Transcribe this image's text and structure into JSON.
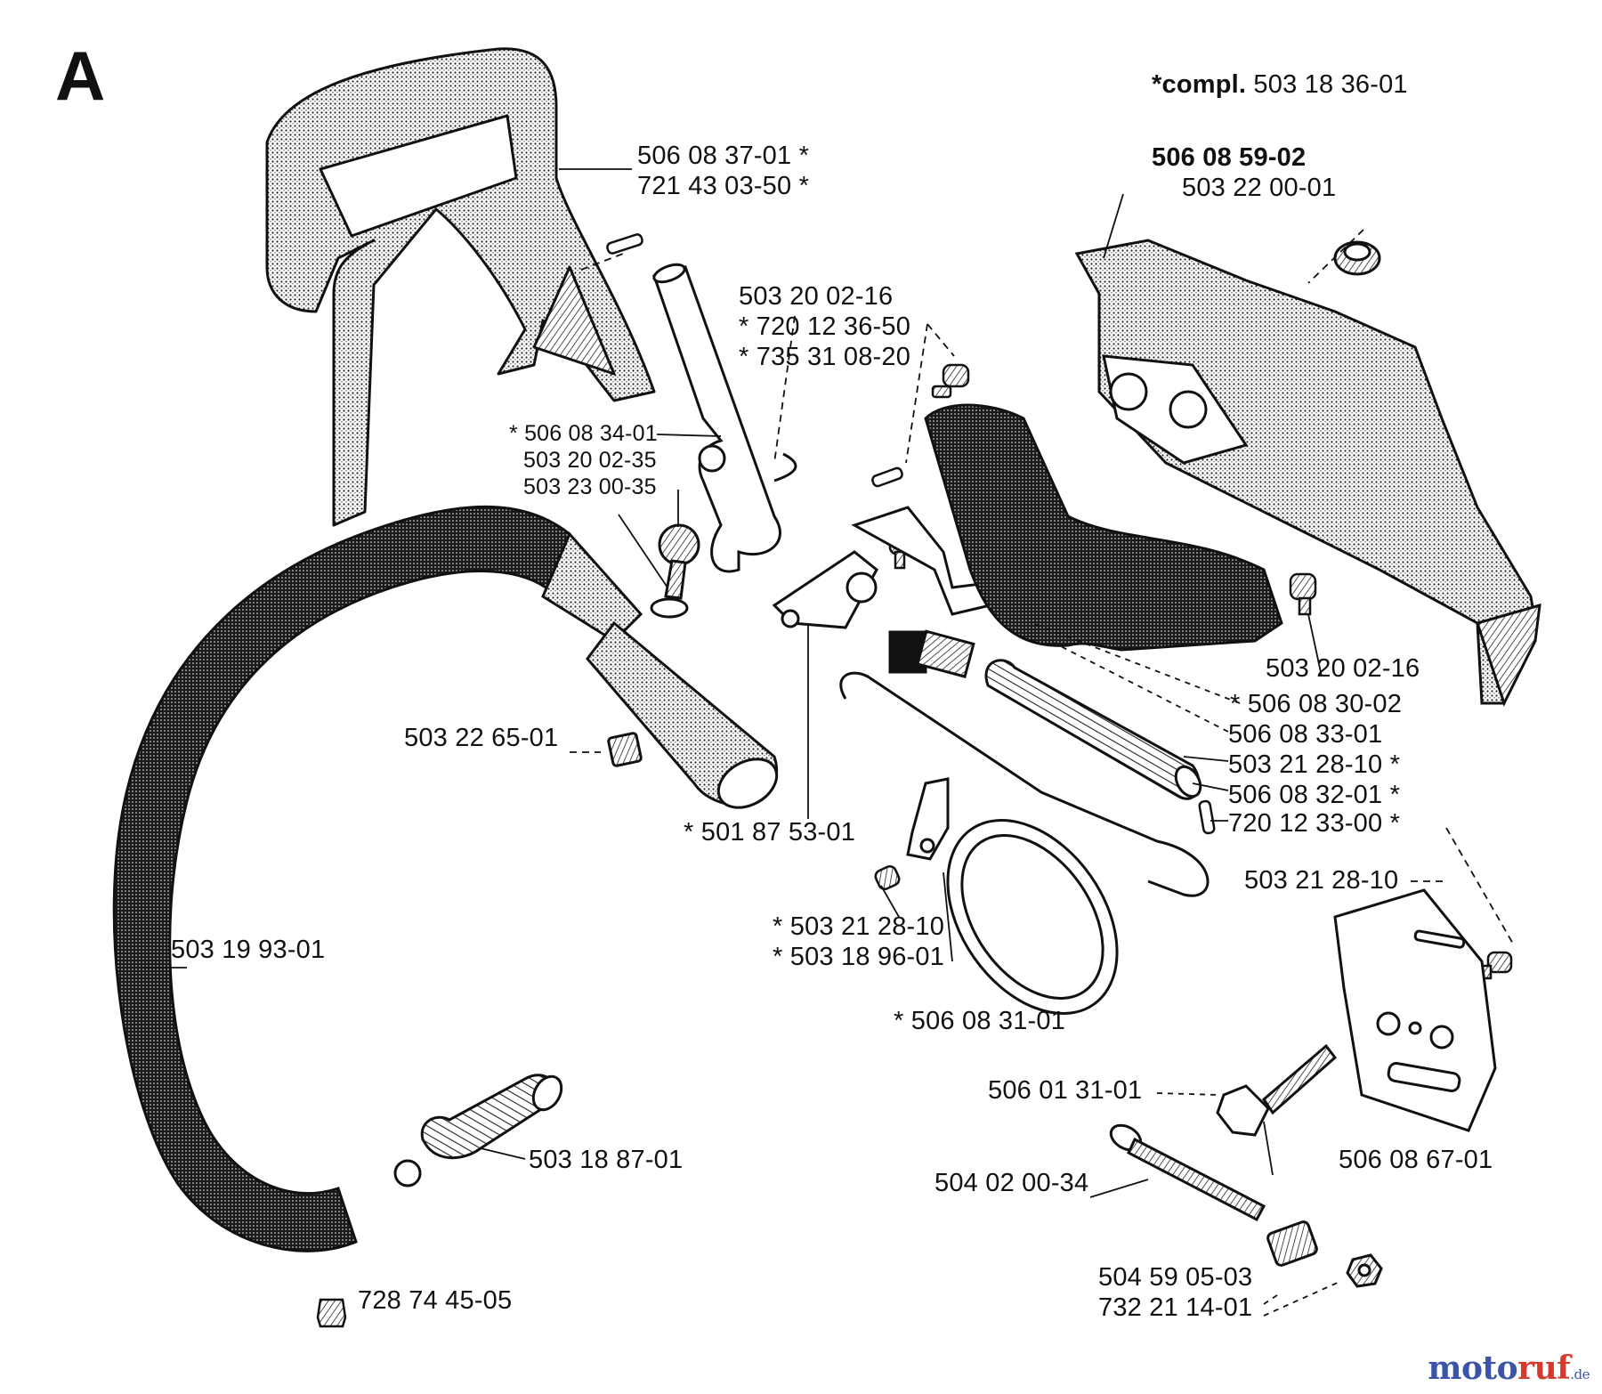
{
  "section_letter": "A",
  "header": {
    "compl_prefix": "*compl.",
    "compl_number": "503 18 36-01"
  },
  "labels": {
    "handle_top_1": "506 08 37-01 *",
    "handle_top_2": "721 43 03-50 *",
    "cover_main": "506 08 59-02",
    "cover_sub": "503 22 00-01",
    "screw_a1": "503 20 02-16",
    "screw_a2": "* 720 12 36-50",
    "screw_a3": "* 735 31 08-20",
    "lever": "* 506 08 34-01",
    "bolt_1": "503 20 02-35",
    "bolt_2": "503 23 00-35",
    "nut_sq": "503 22 65-01",
    "knuckle": "* 501 87 53-01",
    "screw_b": "503 20 02-16",
    "p_083002": "* 506 08 30-02",
    "p_083301": "506 08 33-01",
    "p_212810": "503 21 28-10 *",
    "p_083201": "506 08 32-01 *",
    "p_121233": "720 12 33-00 *",
    "screw_c": "503 21 28-10",
    "bracket_1": "* 503 21 28-10",
    "bracket_2": "* 503 18 96-01",
    "band": "* 506 08 31-01",
    "front_handle": "503 19 93-01",
    "bolt_long": "506 01 31-01",
    "plate": "506 08 67-01",
    "tension_screw": "504 02 00-34",
    "av_spring": "503 18 87-01",
    "tension_nut_1": "504 59 05-03",
    "tension_nut_2": "732 21 14-01",
    "plug": "728 74 45-05"
  },
  "watermark": {
    "part1": "moto",
    "part2": "ruf",
    "suffix": ".de"
  },
  "colors": {
    "ink": "#111111",
    "paper": "#ffffff",
    "watermark_blue": "#3a55a8",
    "watermark_red": "#d63a2c"
  }
}
